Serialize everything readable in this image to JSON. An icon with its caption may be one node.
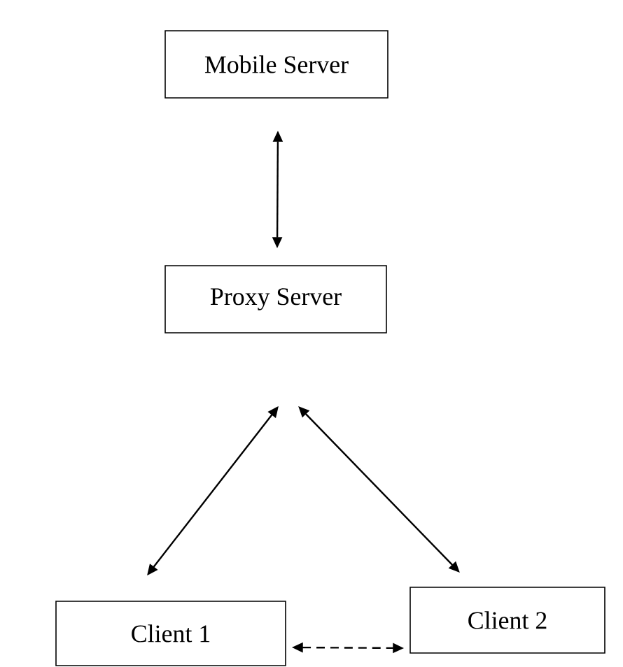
{
  "diagram": {
    "nodes": [
      {
        "text": [
          "Mobile Server"
        ]
      },
      {
        "text": [
          "Proxy Server"
        ]
      },
      {
        "text": [
          "Client 1"
        ]
      },
      {
        "text": [
          "Client 2"
        ]
      }
    ],
    "edges": [
      {
        "from": 0,
        "to": 1,
        "arrow": "both"
      },
      {
        "from": 1,
        "to": 2,
        "arrow": "both"
      },
      {
        "from": 1,
        "to": 3,
        "arrow": "both"
      },
      {
        "from": 2,
        "to": 3,
        "arrow": "both",
        "style": "dashed"
      }
    ]
  }
}
